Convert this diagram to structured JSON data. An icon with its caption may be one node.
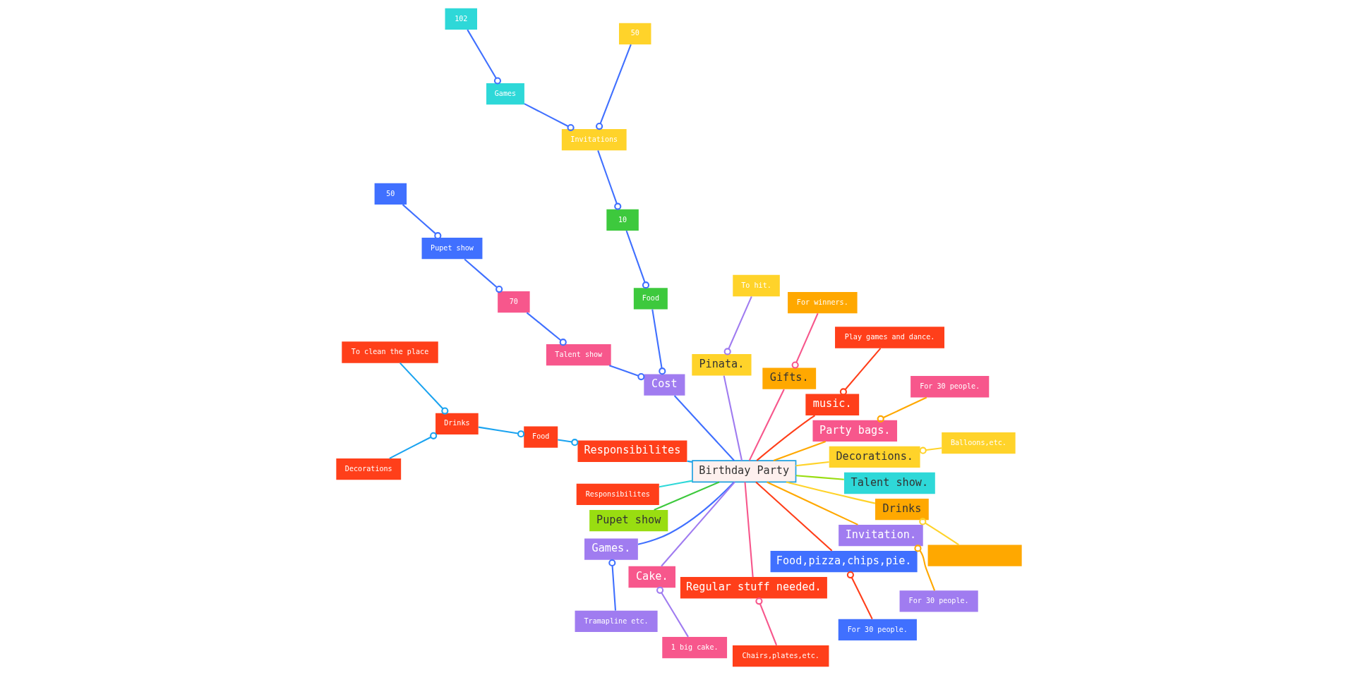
{
  "diagram": {
    "nodes": [
      {
        "text": [
          "Birthday Party"
        ]
      },
      {
        "text": [
          "Decorations."
        ]
      },
      {
        "text": [
          "Balloons,etc."
        ]
      },
      {
        "text": [
          "Party bags."
        ]
      },
      {
        "text": [
          "For 30 people."
        ]
      },
      {
        "text": [
          "music."
        ]
      },
      {
        "text": [
          "Play games and dance."
        ]
      },
      {
        "text": [
          "Gifts."
        ]
      },
      {
        "text": [
          "For winners."
        ]
      },
      {
        "text": [
          "Pinata."
        ]
      },
      {
        "text": [
          "To hit."
        ]
      },
      {
        "text": [
          "Cost"
        ]
      },
      {
        "text": [
          "Food"
        ]
      },
      {
        "text": [
          "10"
        ]
      },
      {
        "text": [
          "Invitations"
        ]
      },
      {
        "text": [
          "50"
        ]
      },
      {
        "text": [
          "Games"
        ]
      },
      {
        "text": [
          "102"
        ]
      },
      {
        "text": [
          "Talent show"
        ]
      },
      {
        "text": [
          "70"
        ]
      },
      {
        "text": [
          "Pupet show"
        ]
      },
      {
        "text": [
          "50"
        ]
      },
      {
        "text": [
          "Responsibilites"
        ]
      },
      {
        "text": [
          "Food"
        ]
      },
      {
        "text": [
          "Drinks"
        ]
      },
      {
        "text": [
          "To clean the place"
        ]
      },
      {
        "text": [
          "Decorations"
        ]
      },
      {
        "text": [
          "Responsibilites"
        ]
      },
      {
        "text": [
          "Pupet show"
        ]
      },
      {
        "text": [
          "Games."
        ]
      },
      {
        "text": [
          "Tramapline etc."
        ]
      },
      {
        "text": [
          "Cake."
        ]
      },
      {
        "text": [
          "1 big cake."
        ]
      },
      {
        "text": [
          "Regular stuff needed."
        ]
      },
      {
        "text": [
          "Chairs,plates,etc."
        ]
      },
      {
        "text": [
          "Food,pizza,chips,pie."
        ]
      },
      {
        "text": [
          "For 30 people."
        ]
      },
      {
        "text": [
          "Invitation."
        ]
      },
      {
        "text": [
          "For 30 people."
        ]
      },
      {
        "text": [
          "Drinks"
        ]
      },
      {
        "text": [],
        "shape": "box"
      },
      {
        "text": [
          "Talent show."
        ]
      }
    ],
    "edges": [
      {
        "from": 0,
        "to": 1,
        "arrow": "none",
        "color": "#ffd32a"
      },
      {
        "from": 0,
        "to": 3,
        "arrow": "none",
        "color": "#ffa800"
      },
      {
        "from": 0,
        "to": 5,
        "arrow": "none",
        "color": "#ff3f1a"
      },
      {
        "from": 0,
        "to": 7,
        "arrow": "none",
        "color": "#f7578c"
      },
      {
        "from": 0,
        "to": 9,
        "arrow": "none",
        "color": "#a07cf0"
      },
      {
        "from": 0,
        "to": 11,
        "arrow": "none",
        "color": "#4070ff"
      },
      {
        "from": 0,
        "to": 22,
        "arrow": "none",
        "color": "#1aa3f0"
      },
      {
        "from": 0,
        "to": 27,
        "arrow": "none",
        "color": "#2ed8d8"
      },
      {
        "from": 0,
        "to": 28,
        "arrow": "none",
        "color": "#3dc93d"
      },
      {
        "from": 0,
        "to": 29,
        "arrow": "none",
        "color": "#4070ff"
      },
      {
        "from": 0,
        "to": 31,
        "arrow": "none",
        "color": "#a07cf0"
      },
      {
        "from": 0,
        "to": 33,
        "arrow": "none",
        "color": "#f7578c"
      },
      {
        "from": 0,
        "to": 35,
        "arrow": "none",
        "color": "#ff3f1a"
      },
      {
        "from": 0,
        "to": 37,
        "arrow": "none",
        "color": "#ffa800"
      },
      {
        "from": 0,
        "to": 39,
        "arrow": "none",
        "color": "#ffd32a"
      },
      {
        "from": 0,
        "to": 41,
        "arrow": "none",
        "color": "#99dd11"
      },
      {
        "from": 2,
        "to": 1,
        "arrow": "other",
        "color": "#ffd32a"
      },
      {
        "from": 4,
        "to": 3,
        "arrow": "other",
        "color": "#ffa800"
      },
      {
        "from": 6,
        "to": 5,
        "arrow": "other",
        "color": "#ff3f1a"
      },
      {
        "from": 8,
        "to": 7,
        "arrow": "other",
        "color": "#f7578c"
      },
      {
        "from": 10,
        "to": 9,
        "arrow": "other",
        "color": "#a07cf0"
      },
      {
        "from": 12,
        "to": 11,
        "arrow": "other",
        "color": "#4070ff"
      },
      {
        "from": 18,
        "to": 11,
        "arrow": "other",
        "color": "#4070ff"
      },
      {
        "from": 13,
        "to": 12,
        "arrow": "other",
        "color": "#4070ff"
      },
      {
        "from": 14,
        "to": 13,
        "arrow": "other",
        "color": "#4070ff"
      },
      {
        "from": 15,
        "to": 14,
        "arrow": "other",
        "color": "#4070ff"
      },
      {
        "from": 16,
        "to": 14,
        "arrow": "other",
        "color": "#4070ff"
      },
      {
        "from": 17,
        "to": 16,
        "arrow": "other",
        "color": "#4070ff"
      },
      {
        "from": 19,
        "to": 18,
        "arrow": "other",
        "color": "#4070ff"
      },
      {
        "from": 20,
        "to": 19,
        "arrow": "other",
        "color": "#4070ff"
      },
      {
        "from": 21,
        "to": 20,
        "arrow": "other",
        "color": "#4070ff"
      },
      {
        "from": 23,
        "to": 22,
        "arrow": "other",
        "color": "#1aa3f0"
      },
      {
        "from": 24,
        "to": 23,
        "arrow": "other",
        "color": "#1aa3f0"
      },
      {
        "from": 25,
        "to": 24,
        "arrow": "other",
        "color": "#1aa3f0"
      },
      {
        "from": 26,
        "to": 24,
        "arrow": "other",
        "color": "#1aa3f0"
      },
      {
        "from": 30,
        "to": 29,
        "arrow": "other",
        "color": "#4070ff"
      },
      {
        "from": 32,
        "to": 31,
        "arrow": "other",
        "color": "#a07cf0"
      },
      {
        "from": 34,
        "to": 33,
        "arrow": "other",
        "color": "#f7578c"
      },
      {
        "from": 36,
        "to": 35,
        "arrow": "other",
        "color": "#ff3f1a"
      },
      {
        "from": 38,
        "to": 37,
        "arrow": "other",
        "color": "#ffa800"
      },
      {
        "from": 40,
        "to": 39,
        "arrow": "other",
        "color": "#ffd32a"
      }
    ]
  }
}
